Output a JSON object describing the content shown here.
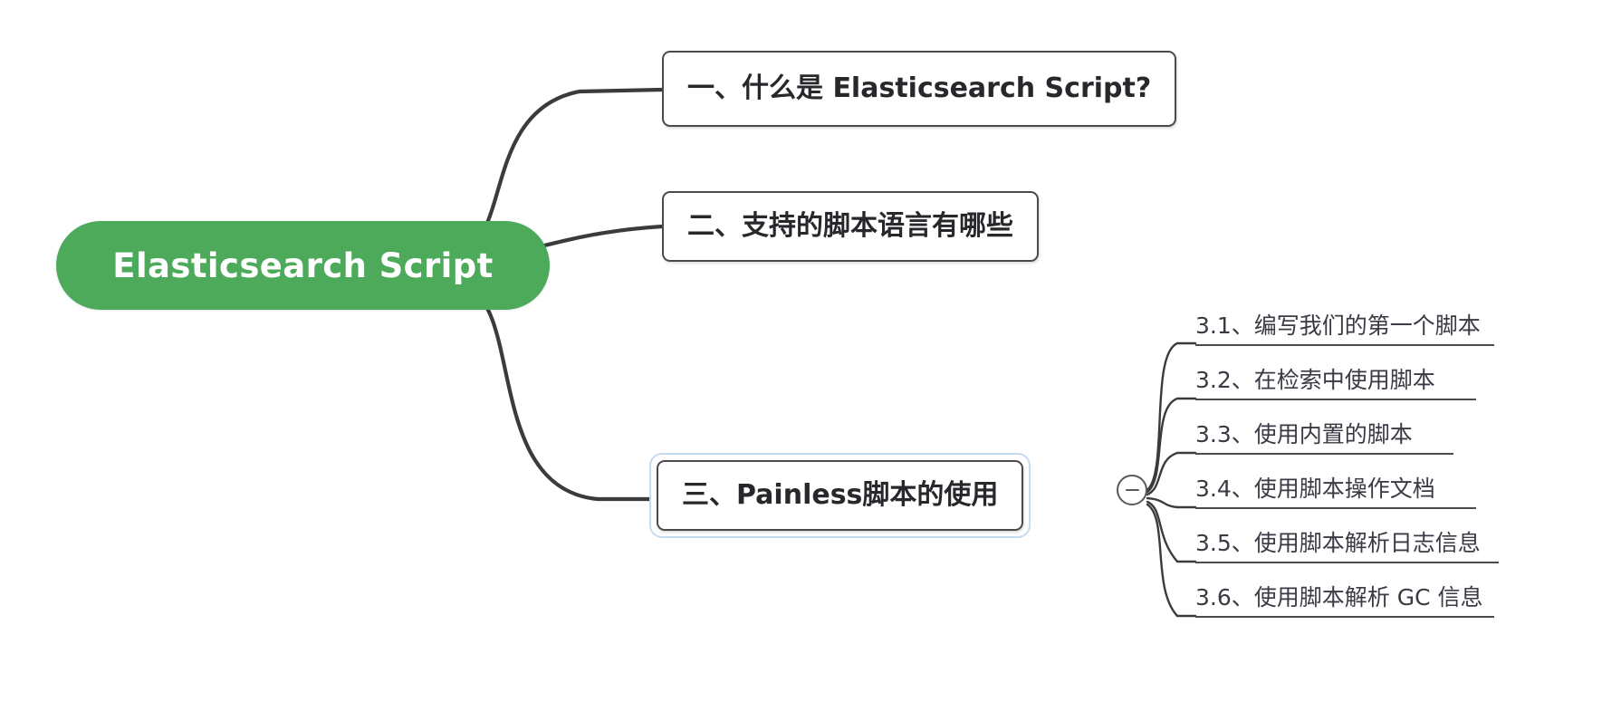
{
  "diagram": {
    "type": "mindmap",
    "background_color": "#ffffff",
    "root": {
      "label": "Elasticsearch Script",
      "fill_color": "#4caa5a",
      "text_color": "#ffffff"
    },
    "branches": [
      {
        "label": "一、什么是 Elasticsearch Script?",
        "selected": false
      },
      {
        "label": "二、支持的脚本语言有哪些",
        "selected": false
      },
      {
        "label": "三、Painless脚本的使用",
        "selected": true
      }
    ],
    "sub_items": [
      {
        "label": "3.1、编写我们的第一个脚本"
      },
      {
        "label": "3.2、在检索中使用脚本"
      },
      {
        "label": "3.3、使用内置的脚本"
      },
      {
        "label": "3.4、使用脚本操作文档"
      },
      {
        "label": "3.5、使用脚本解析日志信息"
      },
      {
        "label": "3.6、使用脚本解析 GC 信息"
      }
    ],
    "toggle": {
      "icon": "minus-circle-icon",
      "state": "expanded"
    },
    "colors": {
      "edge": "#3b3b3b",
      "node_border": "#4a4a4a",
      "selection_ring": "#c6daf2",
      "text": "#27282c",
      "leaf_text": "#3a3a44"
    }
  }
}
